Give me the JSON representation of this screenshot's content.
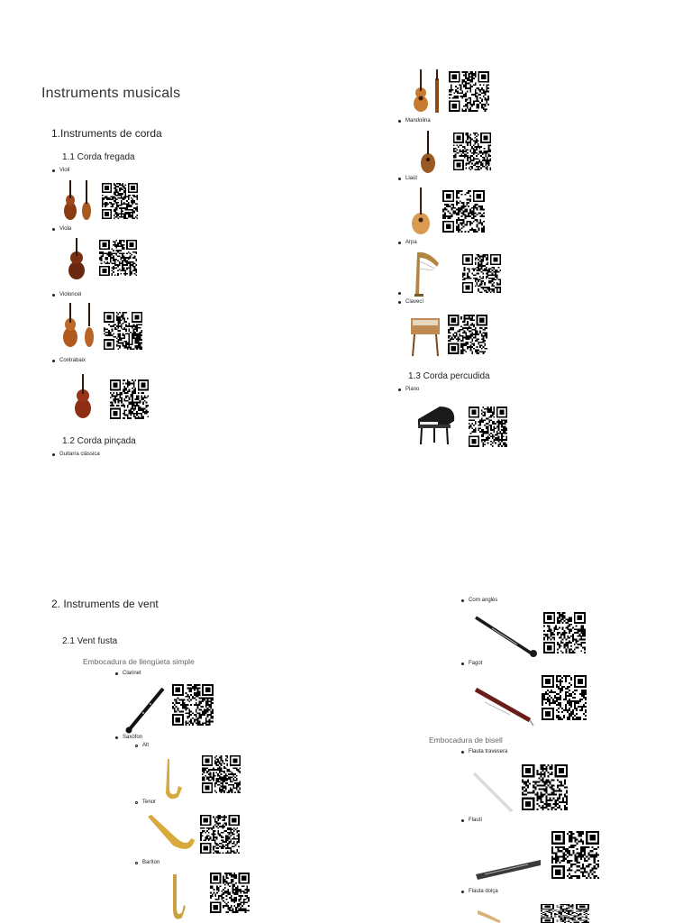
{
  "page1": {
    "title": "Instruments musicals",
    "section1": "1.Instruments de corda",
    "sub_fregada": "1.1 Corda fregada",
    "violi": "Violí",
    "viola": "Viola",
    "violoncel": "Violoncel",
    "contrabaix": "Contrabaix",
    "sub_pincada": "1.2 Corda pinçada",
    "guitarra": "Guitarra clàssica",
    "mandolina": "Mandolina",
    "llaut": "Llaüt",
    "arpa": "Arpa",
    "claveci": "Clavecí",
    "sub_percudida": "1.3 Corda percudida",
    "piano": "Piano"
  },
  "page2": {
    "section2": "2. Instruments de vent",
    "sub_fusta": "2.1 Vent fusta",
    "embocadura_simple": "Embocadura de llengüeta simple",
    "clarinet": "Clarinet",
    "saxofon": "Saxòfon",
    "alt": "Alt",
    "tenor": "Tenor",
    "bariton": "Baríton",
    "corn_angles": "Corn anglès",
    "fagot": "Fagot",
    "embocadura_bisell": "Embocadura de bisell",
    "flauta_travesera": "Flauta travesera",
    "flauti": "Flautí",
    "flauta_dolca": "Flauta dolça"
  },
  "icons": {
    "qr": "qr-code-icon",
    "bullet": "bullet-dot-icon"
  }
}
